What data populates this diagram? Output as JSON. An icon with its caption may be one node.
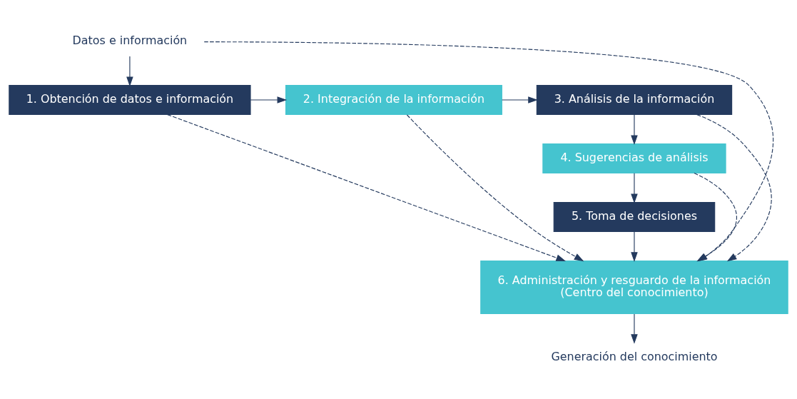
{
  "diagram": {
    "nodes": [
      {
        "text": [
          "Datos e información"
        ]
      },
      {
        "text": [
          "1. Obtención de datos e información"
        ]
      },
      {
        "text": [
          "2. Integración de la información"
        ]
      },
      {
        "text": [
          "3. Análisis de la información"
        ]
      },
      {
        "text": [
          "4. Sugerencias de análisis"
        ]
      },
      {
        "text": [
          "5. Toma de decisiones"
        ]
      },
      {
        "text": [
          "6. Administración y resguardo de la información",
          "(Centro del conocimiento)"
        ]
      },
      {
        "text": [
          "Generación del conocimiento"
        ]
      }
    ],
    "edges": [
      {
        "from": 0,
        "to": 1,
        "arrow": "to"
      },
      {
        "from": 1,
        "to": 2,
        "arrow": "to"
      },
      {
        "from": 2,
        "to": 3,
        "arrow": "to"
      },
      {
        "from": 3,
        "to": 4,
        "arrow": "to"
      },
      {
        "from": 4,
        "to": 5,
        "arrow": "to"
      },
      {
        "from": 5,
        "to": 6,
        "arrow": "to"
      },
      {
        "from": 6,
        "to": 7,
        "arrow": "to"
      },
      {
        "from": 0,
        "to": 6,
        "arrow": "to",
        "style": "dashed"
      },
      {
        "from": 1,
        "to": 6,
        "arrow": "to",
        "style": "dashed"
      },
      {
        "from": 2,
        "to": 6,
        "arrow": "to",
        "style": "dashed"
      },
      {
        "from": 3,
        "to": 6,
        "arrow": "to",
        "style": "dashed"
      },
      {
        "from": 4,
        "to": 6,
        "arrow": "to",
        "style": "dashed"
      }
    ]
  }
}
